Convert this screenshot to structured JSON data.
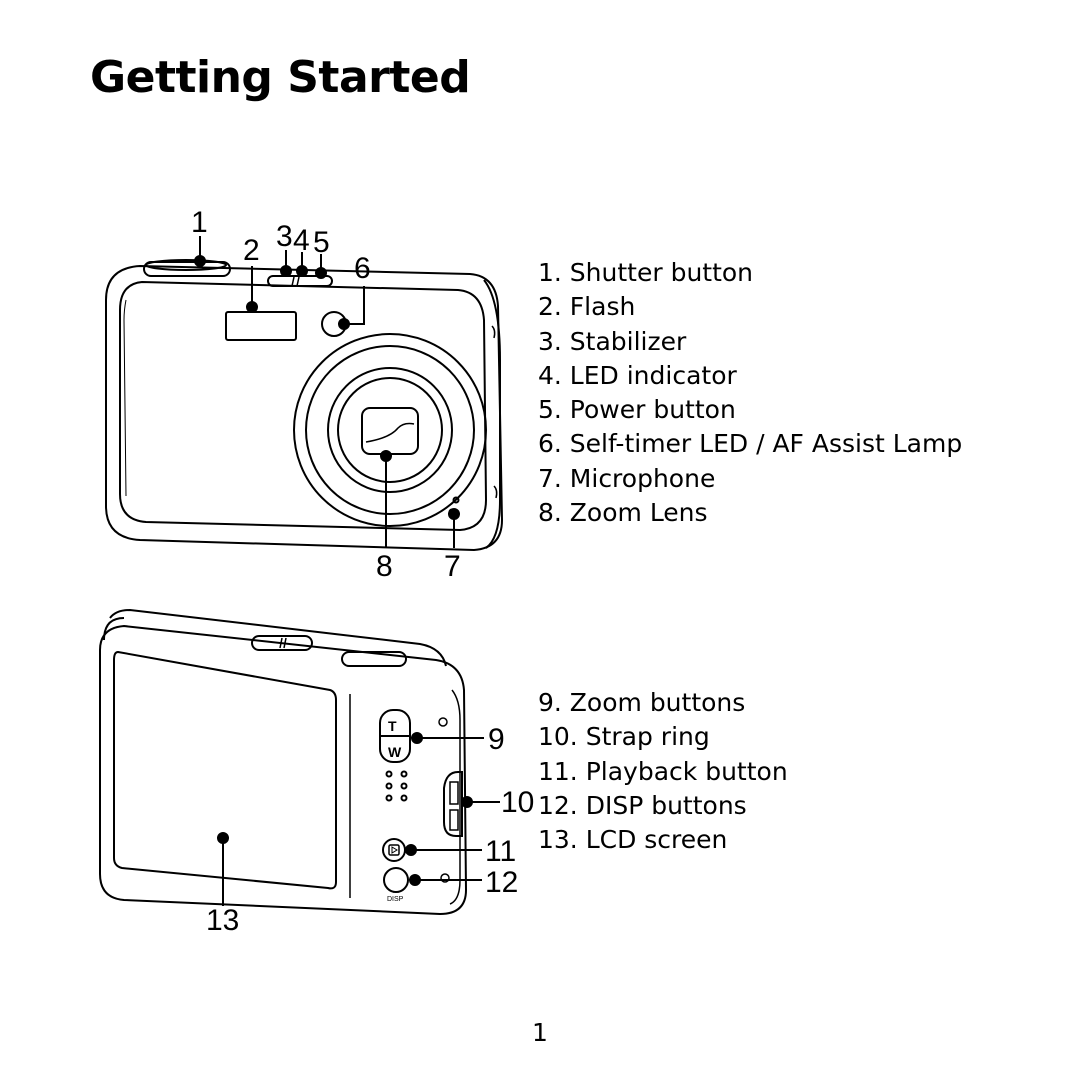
{
  "title": "Getting Started",
  "front_view": {
    "callouts": [
      "1",
      "2",
      "3",
      "4",
      "5",
      "6",
      "7",
      "8"
    ],
    "legend": [
      "1. Shutter button",
      "2. Flash",
      "3. Stabilizer",
      "4. LED indicator",
      "5. Power button",
      "6. Self-timer LED / AF Assist Lamp",
      "7. Microphone",
      "8. Zoom Lens"
    ]
  },
  "back_view": {
    "callouts": [
      "9",
      "10",
      "11",
      "12",
      "13"
    ],
    "button_labels": {
      "tele": "T",
      "wide": "W",
      "disp": "DISP"
    },
    "legend": [
      "9. Zoom buttons",
      "10. Strap ring",
      "11. Playback button",
      "12. DISP buttons",
      "13. LCD screen"
    ]
  },
  "page_number": "1"
}
